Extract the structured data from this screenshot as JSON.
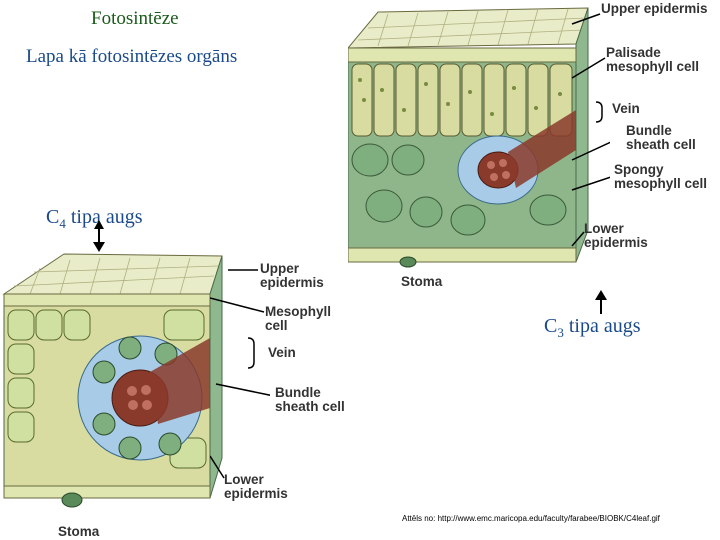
{
  "heading": {
    "title": "Fotosintēze",
    "subtitle": "Lapa kā fotosintēzes orgāns"
  },
  "c4": {
    "label_main": "C",
    "label_sub": "4",
    "label_rest": " tipa augs",
    "figure_labels": {
      "upper_epidermis": "Upper epidermis",
      "mesophyll": "Mesophyll cell",
      "vein": "Vein",
      "bundle_sheath": "Bundle sheath cell",
      "lower_epidermis": "Lower epidermis",
      "stoma": "Stoma"
    }
  },
  "c3": {
    "label_main": "C",
    "label_sub": "3",
    "label_rest": " tipa augs",
    "figure_labels": {
      "upper_epidermis": "Upper epidermis",
      "palisade": "Palisade mesophyll cell",
      "vein": "Vein",
      "bundle_sheath": "Bundle sheath cell",
      "spongy": "Spongy mesophyll cell",
      "lower_epidermis": "Lower epidermis",
      "stoma": "Stoma"
    }
  },
  "credit": "Attēls no: http://www.emc.maricopa.edu/faculty/farabee/BIOBK/C4leaf.gif",
  "colors": {
    "palisade": "#d8dca0",
    "spongy": "#7fae7f",
    "bundle_sheath": "#a8cce8",
    "vein": "#8a3a2a",
    "epidermis": "#e8ecc8"
  }
}
